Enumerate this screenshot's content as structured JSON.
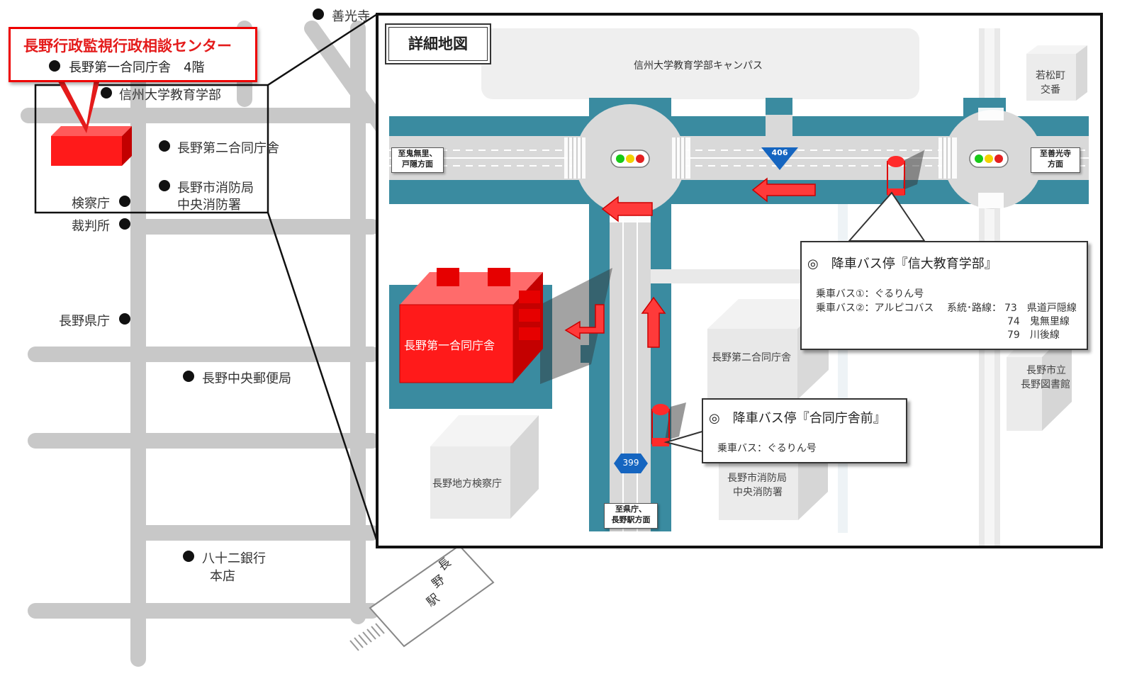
{
  "overview": {
    "title": "長野行政監視行政相談センター",
    "subtitle": "長野第一合同庁舎　4階",
    "landmarks": {
      "zenkoji": "善光寺",
      "shinshu": "信州大学教育学部",
      "daini": "長野第二合同庁舎",
      "fire_1": "長野市消防局",
      "fire_2": "中央消防署",
      "prosecutor": "検察庁",
      "court": "裁判所",
      "prefecture": "長野県庁",
      "post": "長野中央郵便局",
      "bank_1": "八十二銀行",
      "bank_2": "本店"
    },
    "station": {
      "c1": "長",
      "c2": "野",
      "c3": "駅"
    }
  },
  "detail": {
    "title": "詳細地図",
    "campus": "信州大学教育学部キャンパス",
    "koban_1": "若松町",
    "koban_2": "交番",
    "dir_west_1": "至鬼無里、",
    "dir_west_2": "戸隠方面",
    "dir_east_1": "至善光寺",
    "dir_east_2": "方面",
    "dir_south_1": "至県庁、",
    "dir_south_2": "長野駅方面",
    "route_406": "406",
    "route_399": "399",
    "building_main": "長野第一合同庁舎",
    "building_daini": "長野第二合同庁舎",
    "library_1": "長野市立",
    "library_2": "長野図書館",
    "prosecutor": "長野地方検察庁",
    "fire_1": "長野市消防局",
    "fire_2": "中央消防署",
    "stop1": {
      "title": "◎　降車バス停『信大教育学部』",
      "bus1": "乗車バス①：ぐるりん号",
      "bus2": "乗車バス②：アルピコバス",
      "route_label": "系統･路線：",
      "r1": "73　県道戸隠線",
      "r2": "74　鬼無里線",
      "r3": "79　川後線"
    },
    "stop2": {
      "title": "◎　降車バス停『合同庁舎前』",
      "bus": "乗車バス：ぐるりん号"
    }
  },
  "colors": {
    "road_gray": "#c4c4c4",
    "teal": "#3a8ba0",
    "asphalt": "#d9d9d9",
    "building_red": "#ff1a1a",
    "accent": "#e41b1b",
    "route_blue": "#1565c0"
  },
  "icons": [
    "bullet-icon",
    "traffic-light-icon",
    "bus-stop-icon",
    "arrow-icon",
    "route-shield-icon"
  ]
}
